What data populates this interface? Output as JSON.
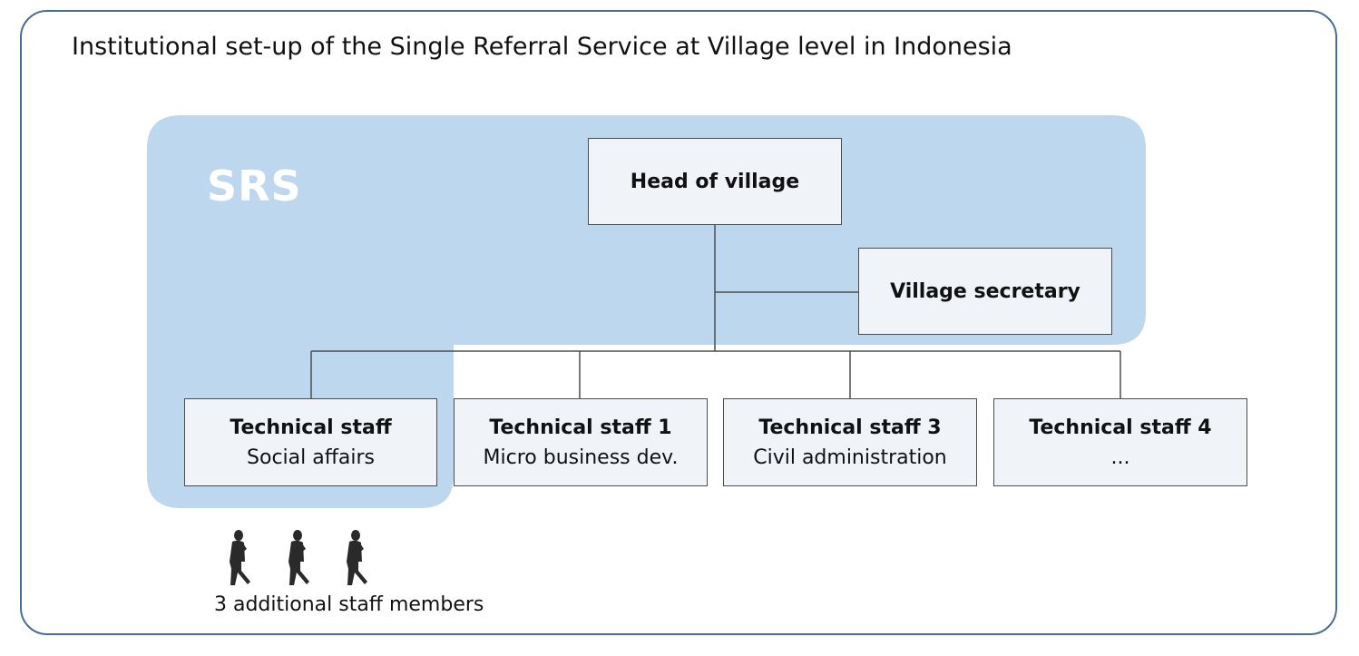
{
  "title": "Institutional set-up of the Single Referral Service at Village level in Indonesia",
  "srs_label": "SRS",
  "head": "Head of village",
  "secretary": "Village secretary",
  "staff": [
    {
      "title": "Technical staff",
      "subtitle": "Social affairs"
    },
    {
      "title": "Technical staff 1",
      "subtitle": "Micro business dev."
    },
    {
      "title": "Technical staff 3",
      "subtitle": "Civil administration"
    },
    {
      "title": "Technical staff 4",
      "subtitle": "..."
    }
  ],
  "additional_staff": "3 additional staff members",
  "colors": {
    "srs_region": "#bdd7ee",
    "box_fill": "#f0f4f9",
    "border": "#4a6d8f",
    "person": "#2a2a2a"
  },
  "icons": [
    "person-icon",
    "person-icon",
    "person-icon"
  ]
}
